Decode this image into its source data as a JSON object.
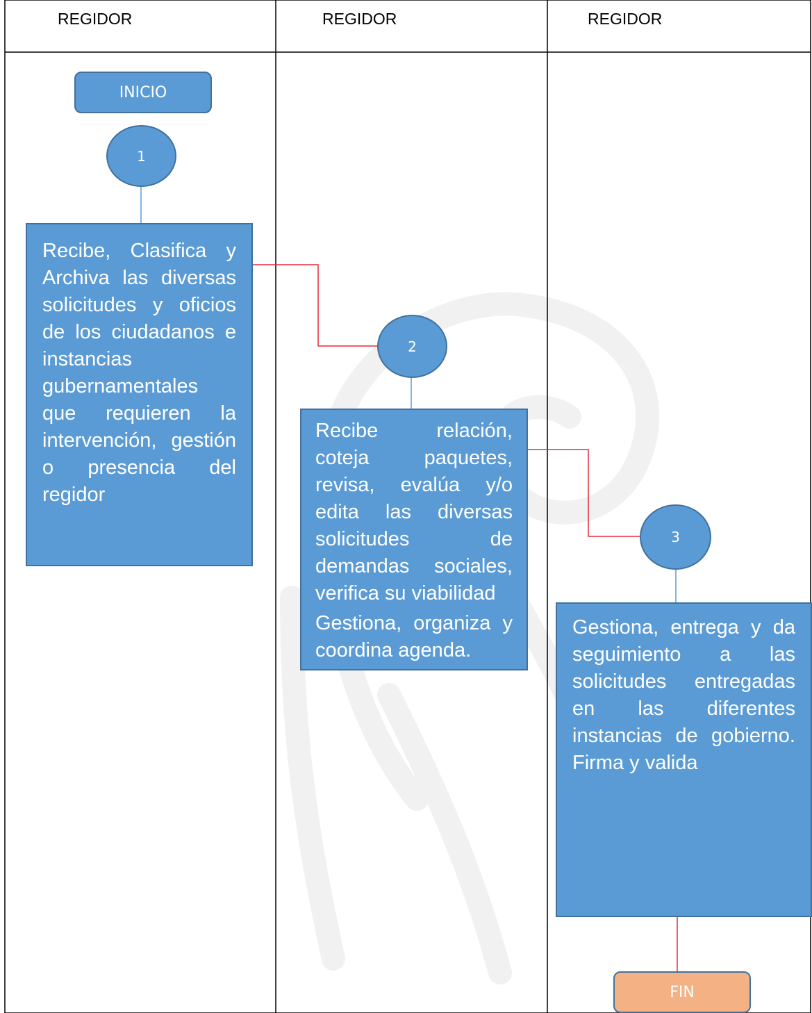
{
  "columns": [
    {
      "header": "REGIDOR"
    },
    {
      "header": "REGIDOR"
    },
    {
      "header": "REGIDOR"
    }
  ],
  "start": {
    "label": "INICIO"
  },
  "end": {
    "label": "FIN"
  },
  "steps": [
    {
      "number": "1",
      "paragraphs": [
        "Recibe, Clasifica y Archiva las diversas solicitudes y oficios de los ciudadanos e instancias gubernamentales que requieren la intervención, gestión o presencia del regidor"
      ]
    },
    {
      "number": "2",
      "paragraphs": [
        "Recibe relación, coteja paquetes, revisa, evalúa y/o edita las diversas solicitudes de demandas sociales, verifica su viabilidad",
        "Gestiona, organiza y coordina agenda."
      ]
    },
    {
      "number": "3",
      "paragraphs": [
        "Gestiona, entrega y da seguimiento a las solicitudes entregadas en las diferentes instancias de gobierno. Firma y valida"
      ]
    }
  ],
  "colors": {
    "box_fill": "#5b9bd5",
    "box_border": "#41719c",
    "end_fill": "#f4b183",
    "connector_red": "#e8293a",
    "connector_blue": "#5b9bd5"
  }
}
